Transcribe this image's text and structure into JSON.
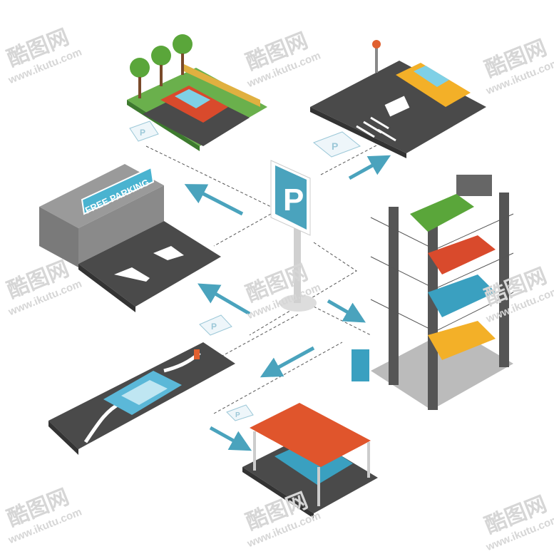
{
  "center_sign": {
    "letter": "P",
    "color": "#4aa3bd"
  },
  "garage": {
    "banner": "FREE PARKING"
  },
  "small_signs": {
    "letter": "P"
  },
  "watermark": {
    "brand": "酷图网",
    "url": "www.ikutu.com"
  },
  "colors": {
    "accent": "#4aa3bd",
    "road": "#4a4a4a",
    "roof": "#e0552c"
  }
}
